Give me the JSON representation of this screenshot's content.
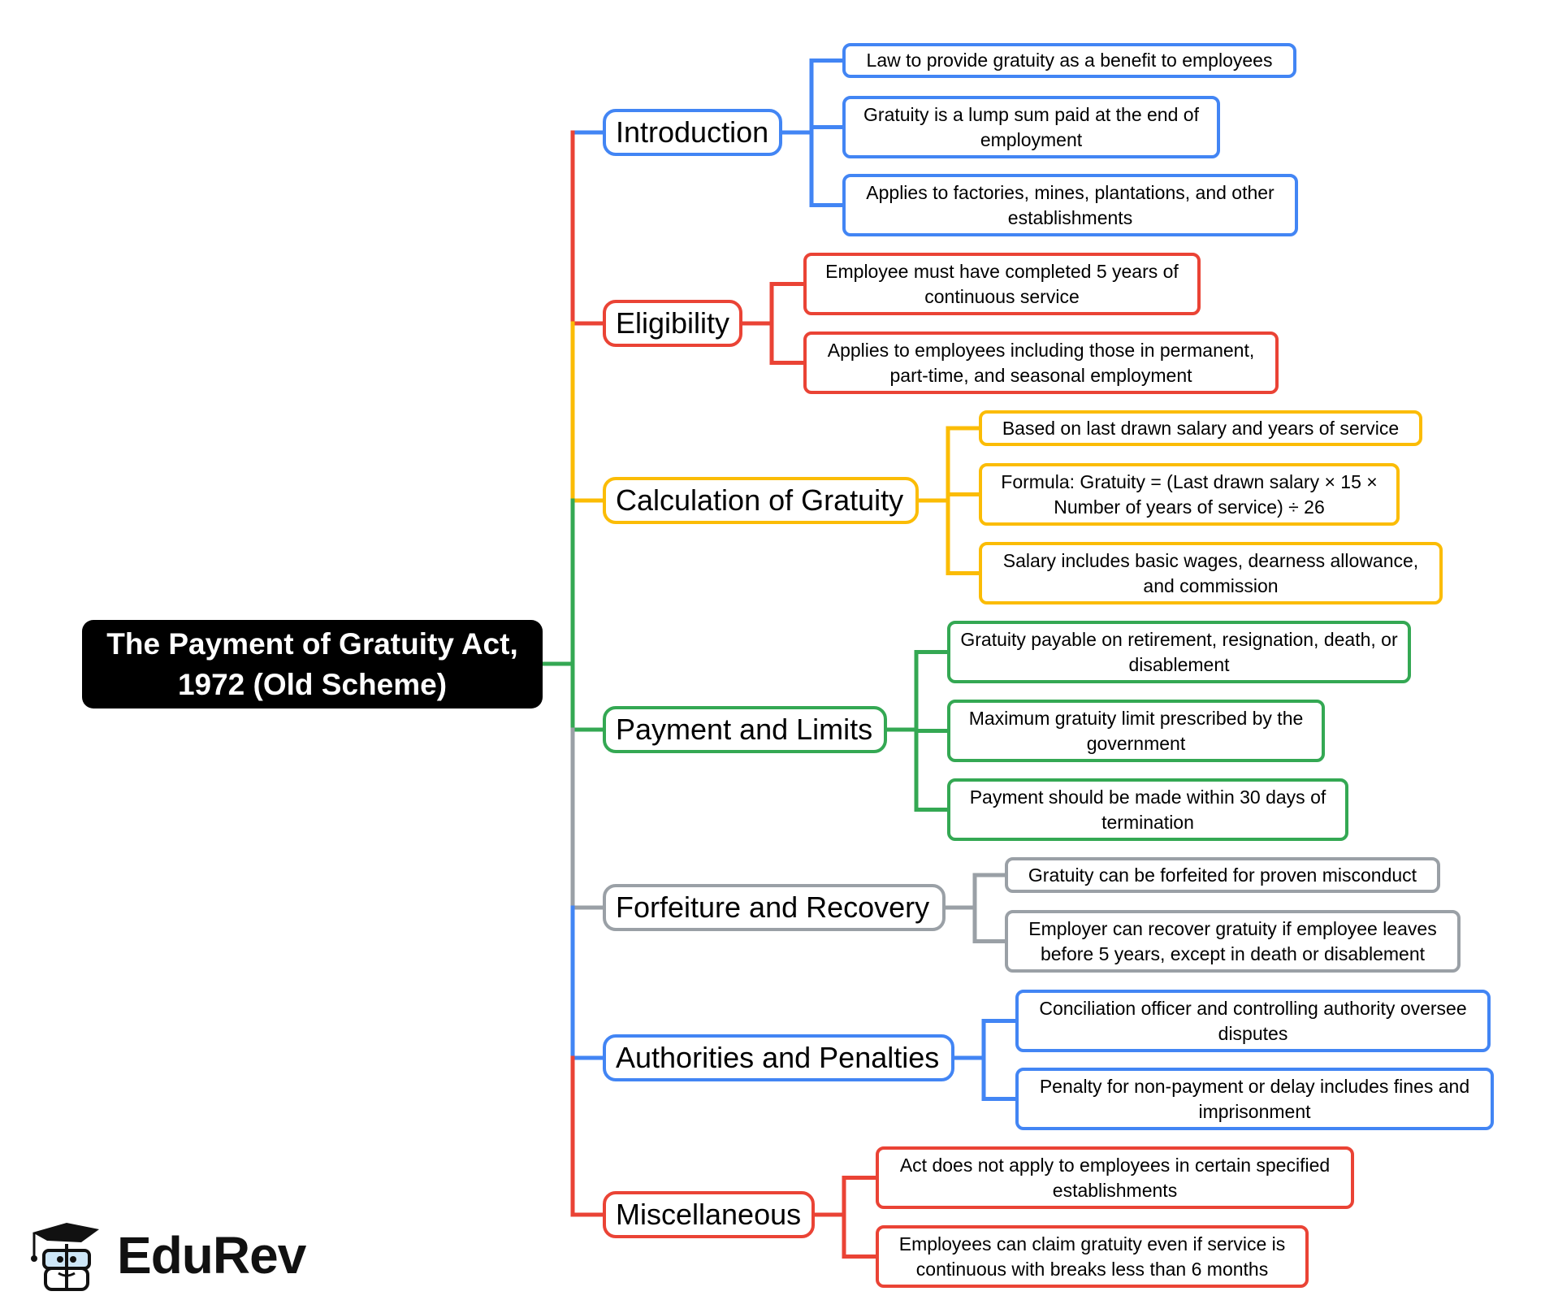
{
  "colors": {
    "blue": "#4285f4",
    "red": "#ea4335",
    "yellow": "#fbbc05",
    "green": "#34a853",
    "gray": "#9aa0a6",
    "root_bg": "#000000"
  },
  "root": {
    "line1": "The Payment of Gratuity Act,",
    "line2": "1972 (Old Scheme)"
  },
  "branches": [
    {
      "label": "Introduction",
      "color": "blue",
      "leaves": [
        "Law to provide gratuity as a benefit to employees",
        "Gratuity is a lump sum paid at the end of employment",
        "Applies to factories, mines, plantations, and other establishments"
      ]
    },
    {
      "label": "Eligibility",
      "color": "red",
      "leaves": [
        "Employee must have completed 5 years of continuous service",
        "Applies to employees including those in permanent, part-time, and seasonal employment"
      ]
    },
    {
      "label": "Calculation of Gratuity",
      "color": "yellow",
      "leaves": [
        "Based on last drawn salary and years of service",
        "Formula: Gratuity = (Last drawn salary × 15 × Number of years of service) ÷ 26",
        "Salary includes basic wages, dearness allowance, and commission"
      ]
    },
    {
      "label": "Payment and Limits",
      "color": "green",
      "leaves": [
        "Gratuity payable on retirement, resignation, death, or disablement",
        "Maximum gratuity limit prescribed by the government",
        "Payment should be made within 30 days of termination"
      ]
    },
    {
      "label": "Forfeiture and Recovery",
      "color": "gray",
      "leaves": [
        "Gratuity can be forfeited for proven misconduct",
        "Employer can recover gratuity if employee leaves before 5 years, except in death or disablement"
      ]
    },
    {
      "label": "Authorities and Penalties",
      "color": "blue",
      "leaves": [
        "Conciliation officer and controlling authority oversee disputes",
        "Penalty for non-payment or delay includes fines and imprisonment"
      ]
    },
    {
      "label": "Miscellaneous",
      "color": "red",
      "leaves": [
        "Act does not apply to employees in certain specified establishments",
        "Employees can claim gratuity even if service is continuous with breaks less than 6 months"
      ]
    }
  ],
  "logo": {
    "text": "EduRev",
    "icon": "graduation-cap-mascot-icon"
  }
}
